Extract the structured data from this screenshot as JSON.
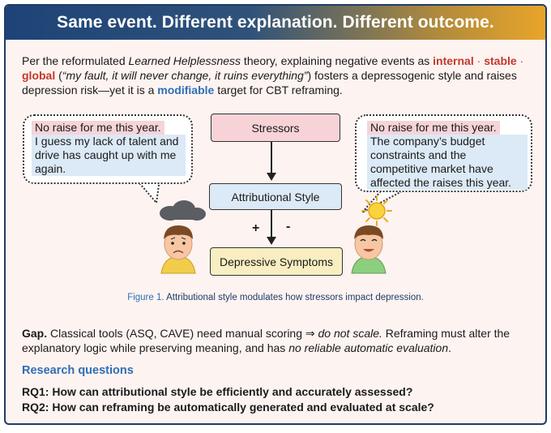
{
  "banner": {
    "title": "Same event. Different explanation. Different outcome."
  },
  "intro": {
    "p1": "Per the reformulated ",
    "theory": "Learned Helplessness",
    "p2": " theory, explaining negative events as ",
    "internal": "internal",
    "sep1": " · ",
    "stable": "stable",
    "sep2": " · ",
    "global": "global",
    "p3": " (",
    "quote": "“my fault, it will never change, it ruins everything”",
    "p4": ") fosters a depressogenic style and raises depression risk—yet it is a ",
    "modifiable": "modifiable",
    "p5": " target for CBT reframing."
  },
  "left_bubble": {
    "headline": "No raise for me this year.",
    "explanation": "I guess my lack of talent and drive has caught up with me again."
  },
  "right_bubble": {
    "headline": "No raise for me this year.",
    "explanation": "The company’s budget constraints and the competitive market have affected the raises this year."
  },
  "diagram": {
    "stressors": "Stressors",
    "attributional_style": "Attributional Style",
    "depressive_symptoms": "Depressive Symptoms",
    "plus": "+",
    "minus": "-"
  },
  "caption": {
    "label": "Figure 1.",
    "text": " Attributional style modulates how stressors impact depression."
  },
  "gap": {
    "label": "Gap.",
    "p1": " Classical tools (ASQ, CAVE) need manual scoring ⇒ ",
    "no_scale": "do not scale.",
    "p2": " Reframing must alter the explanatory logic while preserving meaning, and has ",
    "no_eval": "no reliable automatic evaluation",
    "p3": "."
  },
  "research": {
    "heading": "Research questions",
    "rq1": "RQ1: How can attributional style be efficiently and accurately assessed?",
    "rq2": "RQ2: How can reframing be automatically generated and evaluated at scale?"
  },
  "colors": {
    "accent_blue": "#2f6fb5",
    "accent_red": "#c0392b",
    "banner_start": "#1e4377",
    "banner_end": "#e9a529"
  }
}
